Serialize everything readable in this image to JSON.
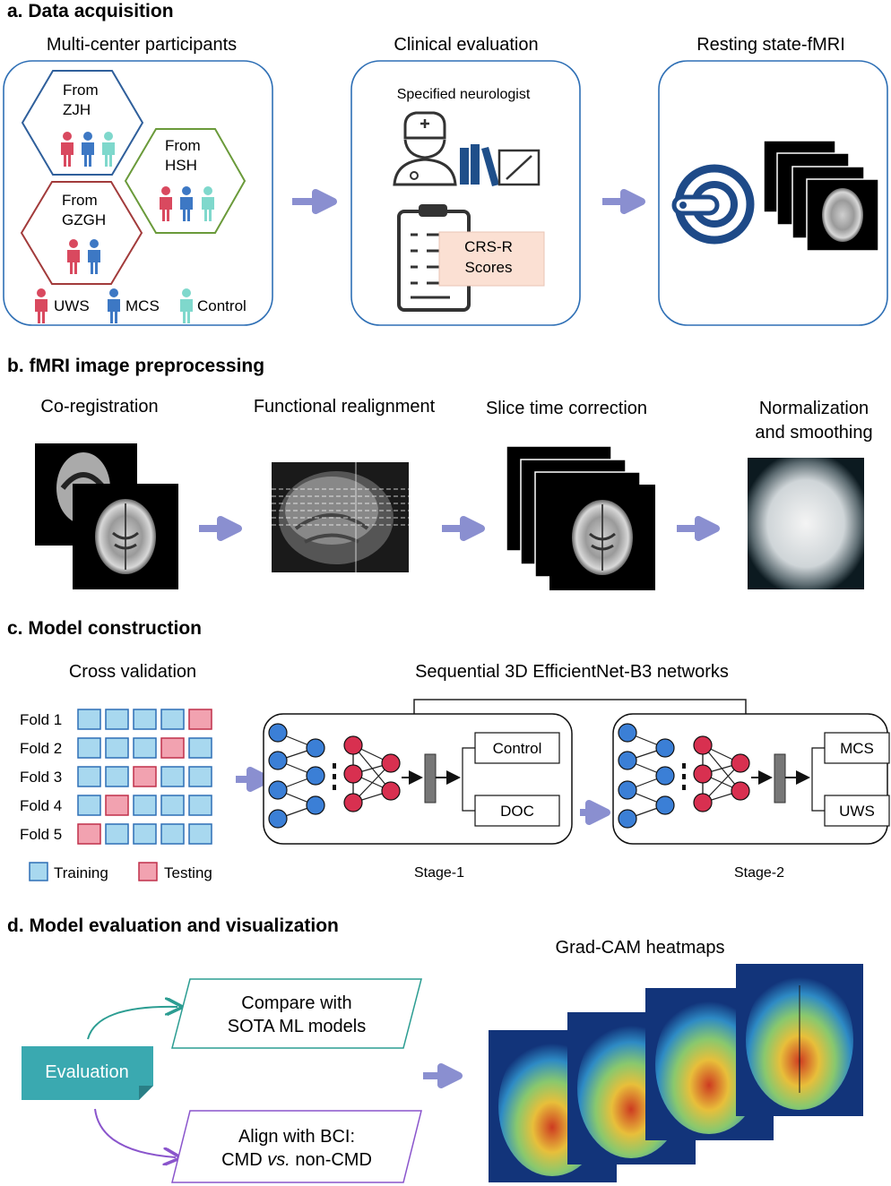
{
  "section_a": {
    "title": "a. Data acquisition",
    "participants": {
      "title": "Multi-center participants",
      "center1": [
        "From",
        "ZJH"
      ],
      "center2": [
        "From",
        "HSH"
      ],
      "center3": [
        "From",
        "GZGH"
      ],
      "legend": [
        "UWS",
        "MCS",
        "Control"
      ]
    },
    "clinical": {
      "title": "Clinical evaluation",
      "neurologist": "Specified neurologist",
      "scores": [
        "CRS-R",
        "Scores"
      ]
    },
    "fmri": {
      "title": "Resting state-fMRI"
    }
  },
  "section_b": {
    "title": "b. fMRI image preprocessing",
    "steps": [
      "Co-registration",
      "Functional realignment",
      "Slice time correction"
    ],
    "step4": [
      "Normalization",
      "and smoothing"
    ]
  },
  "section_c": {
    "title": "c. Model construction",
    "cv_title": "Cross validation",
    "folds": [
      "Fold 1",
      "Fold 2",
      "Fold 3",
      "Fold 4",
      "Fold 5"
    ],
    "test_index": [
      4,
      3,
      2,
      1,
      0
    ],
    "legend": [
      "Training",
      "Testing"
    ],
    "network_title": "Sequential 3D EfficientNet-B3 networks",
    "stage1": {
      "label": "Stage-1",
      "outputs": [
        "Control",
        "DOC"
      ]
    },
    "stage2": {
      "label": "Stage-2",
      "outputs": [
        "MCS",
        "UWS"
      ]
    }
  },
  "section_d": {
    "title": "d. Model evaluation and visualization",
    "evaluation": "Evaluation",
    "compare": [
      "Compare with",
      "SOTA ML models"
    ],
    "align": [
      "Align with BCI:",
      "CMD",
      "vs.",
      "non-CMD"
    ],
    "heatmaps": "Grad-CAM heatmaps"
  },
  "colors": {
    "panel_border": "#2e6fb5",
    "arrow": "#8a8fd0",
    "uws": "#d9495f",
    "mcs": "#3d78c4",
    "control": "#7fd8cc",
    "training": "#a8d8ef",
    "testing": "#f2a2b0",
    "node_blue": "#3b7fd6",
    "node_red": "#d83050",
    "teal": "#2c9d92",
    "purple": "#8a55cc"
  }
}
